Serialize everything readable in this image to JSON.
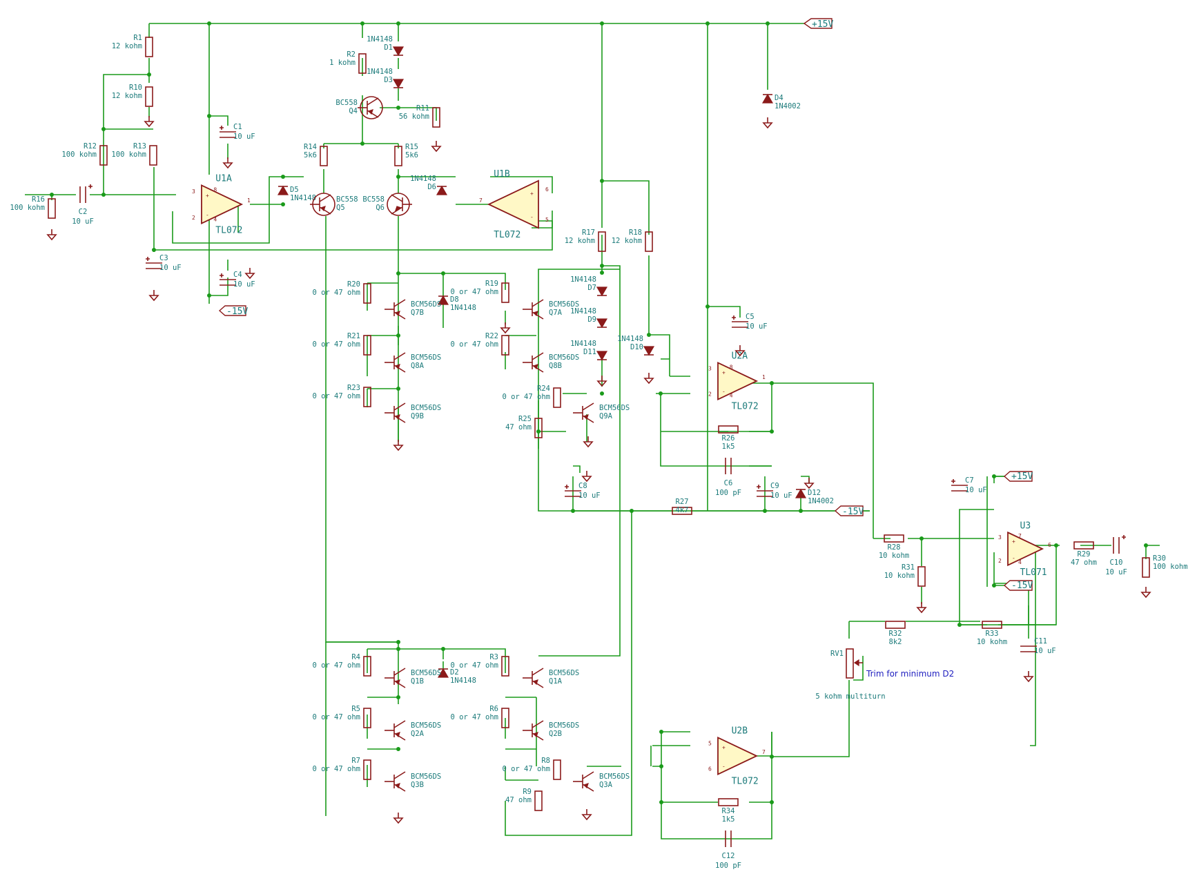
{
  "rails": {
    "pos": "+15V",
    "neg": "-15V"
  },
  "colors": {
    "wire": "#1a9a1a",
    "part": "#8b1a1a",
    "opamp_fill": "#fff8c6",
    "label": "#1b7a7a",
    "note": "#2020c0"
  },
  "note": "Trim for minimum D2",
  "opamps": [
    {
      "ref": "U1A",
      "val": "TL072",
      "pins": [
        "3",
        "2",
        "1",
        "8",
        "4"
      ]
    },
    {
      "ref": "U1B",
      "val": "TL072",
      "pins": [
        "6",
        "5",
        "7"
      ]
    },
    {
      "ref": "U2A",
      "val": "TL072",
      "pins": [
        "3",
        "2",
        "1",
        "8",
        "4"
      ]
    },
    {
      "ref": "U2B",
      "val": "TL072",
      "pins": [
        "5",
        "6",
        "7"
      ]
    },
    {
      "ref": "U3",
      "val": "TL071",
      "pins": [
        "3",
        "2",
        "6",
        "7",
        "4"
      ]
    }
  ],
  "resistors": [
    {
      "ref": "R1",
      "val": "12 kohm"
    },
    {
      "ref": "R10",
      "val": "12 kohm"
    },
    {
      "ref": "R12",
      "val": "100 kohm"
    },
    {
      "ref": "R13",
      "val": "100 kohm"
    },
    {
      "ref": "R16",
      "val": "100 kohm"
    },
    {
      "ref": "R2",
      "val": "1 kohm"
    },
    {
      "ref": "R11",
      "val": "56 kohm"
    },
    {
      "ref": "R14",
      "val": "5k6"
    },
    {
      "ref": "R15",
      "val": "5k6"
    },
    {
      "ref": "R17",
      "val": "12 kohm"
    },
    {
      "ref": "R18",
      "val": "12 kohm"
    },
    {
      "ref": "R20",
      "val": "0 or 47 ohm"
    },
    {
      "ref": "R21",
      "val": "0 or 47 ohm"
    },
    {
      "ref": "R23",
      "val": "0 or 47 ohm"
    },
    {
      "ref": "R19",
      "val": "0 or 47 ohm"
    },
    {
      "ref": "R22",
      "val": "0 or 47 ohm"
    },
    {
      "ref": "R24",
      "val": "0 or 47 ohm"
    },
    {
      "ref": "R25",
      "val": "47 ohm"
    },
    {
      "ref": "R26",
      "val": "1k5"
    },
    {
      "ref": "R27",
      "val": "4k7"
    },
    {
      "ref": "R28",
      "val": "10 kohm"
    },
    {
      "ref": "R31",
      "val": "10 kohm"
    },
    {
      "ref": "R29",
      "val": "47 ohm"
    },
    {
      "ref": "R30",
      "val": "100 kohm"
    },
    {
      "ref": "R32",
      "val": "8k2"
    },
    {
      "ref": "R33",
      "val": "10 kohm"
    },
    {
      "ref": "R4",
      "val": "0 or 47 ohm"
    },
    {
      "ref": "R5",
      "val": "0 or 47 ohm"
    },
    {
      "ref": "R7",
      "val": "0 or 47 ohm"
    },
    {
      "ref": "R3",
      "val": "0 or 47 ohm"
    },
    {
      "ref": "R6",
      "val": "0 or 47 ohm"
    },
    {
      "ref": "R8",
      "val": "0 or 47 ohm"
    },
    {
      "ref": "R9",
      "val": "47 ohm"
    },
    {
      "ref": "R34",
      "val": "1k5"
    },
    {
      "ref": "RV1",
      "val": "5 kohm multiturn"
    }
  ],
  "capacitors": [
    {
      "ref": "C1",
      "val": "10 uF"
    },
    {
      "ref": "C2",
      "val": "10 uF"
    },
    {
      "ref": "C3",
      "val": "10 uF"
    },
    {
      "ref": "C4",
      "val": "10 uF"
    },
    {
      "ref": "C5",
      "val": "10 uF"
    },
    {
      "ref": "C6",
      "val": "100 pF"
    },
    {
      "ref": "C7",
      "val": "10 uF"
    },
    {
      "ref": "C8",
      "val": "10 uF"
    },
    {
      "ref": "C9",
      "val": "10 uF"
    },
    {
      "ref": "C10",
      "val": "10 uF"
    },
    {
      "ref": "C11",
      "val": "10 uF"
    },
    {
      "ref": "C12",
      "val": "100 pF"
    }
  ],
  "diodes": [
    {
      "ref": "D1",
      "val": "1N4148"
    },
    {
      "ref": "D3",
      "val": "1N4148"
    },
    {
      "ref": "D4",
      "val": "1N4002"
    },
    {
      "ref": "D5",
      "val": "1N4148"
    },
    {
      "ref": "D6",
      "val": "1N4148"
    },
    {
      "ref": "D8",
      "val": "1N4148"
    },
    {
      "ref": "D7",
      "val": "1N4148"
    },
    {
      "ref": "D9",
      "val": "1N4148"
    },
    {
      "ref": "D11",
      "val": "1N4148"
    },
    {
      "ref": "D10",
      "val": "1N4148"
    },
    {
      "ref": "D12",
      "val": "1N4002"
    },
    {
      "ref": "D2",
      "val": "1N4148"
    }
  ],
  "transistors": [
    {
      "ref": "Q4",
      "val": "BC558"
    },
    {
      "ref": "Q5",
      "val": "BC558"
    },
    {
      "ref": "Q6",
      "val": "BC558"
    },
    {
      "ref": "Q7B",
      "val": "BCM56DS"
    },
    {
      "ref": "Q8A",
      "val": "BCM56DS"
    },
    {
      "ref": "Q9B",
      "val": "BCM56DS"
    },
    {
      "ref": "Q7A",
      "val": "BCM56DS"
    },
    {
      "ref": "Q8B",
      "val": "BCM56DS"
    },
    {
      "ref": "Q9A",
      "val": "BCM56DS"
    },
    {
      "ref": "Q1B",
      "val": "BCM56DS"
    },
    {
      "ref": "Q2A",
      "val": "BCM56DS"
    },
    {
      "ref": "Q3B",
      "val": "BCM56DS"
    },
    {
      "ref": "Q1A",
      "val": "BCM56DS"
    },
    {
      "ref": "Q2B",
      "val": "BCM56DS"
    },
    {
      "ref": "Q3A",
      "val": "BCM56DS"
    }
  ]
}
